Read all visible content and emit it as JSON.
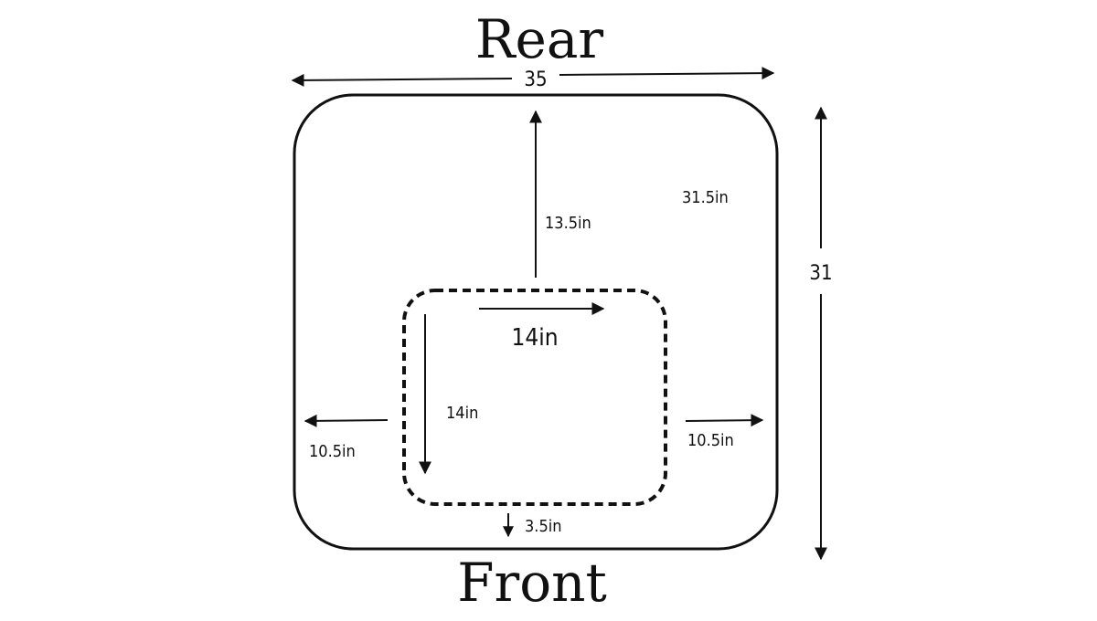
{
  "labels": {
    "rear": "Rear",
    "front": "Front",
    "width_total": "35",
    "depth_total": "31",
    "to_rear": "13.5in",
    "corner_width": "31.5in",
    "cutout_width": "14in",
    "cutout_depth": "14in",
    "left_margin": "10.5in",
    "right_margin": "10.5in",
    "front_margin": "3.5in"
  },
  "colors": {
    "ink": "#111111",
    "background": "#ffffff"
  }
}
